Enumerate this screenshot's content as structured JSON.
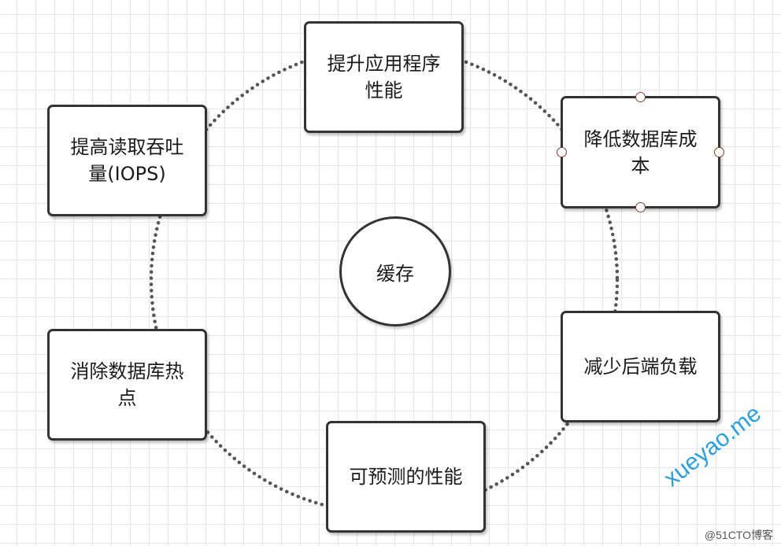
{
  "diagram": {
    "center_label": "缓存",
    "nodes": {
      "top": [
        "提升应用程序",
        "性能"
      ],
      "top_right": [
        "降低数据库成",
        "本"
      ],
      "right": [
        "减少后端负载"
      ],
      "bottom": [
        "可预测的性能"
      ],
      "left": [
        "消除数据库热",
        "点"
      ],
      "top_left": [
        "提高读取吞吐",
        "量(IOPS)"
      ]
    },
    "connector_style": "dotted circle"
  },
  "watermarks": {
    "site": "xueyao.me",
    "blog": "@51CTO博客"
  },
  "colors": {
    "grid": "#e6e6e6",
    "border": "#333333",
    "handle": "#8a3a30",
    "watermark": "#2a9fe0"
  }
}
